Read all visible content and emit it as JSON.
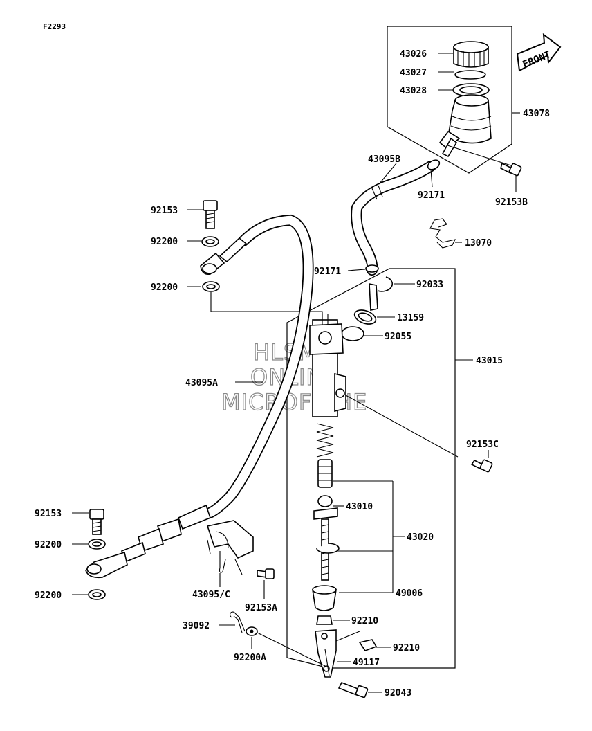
{
  "diagram_code": "F2293",
  "front_label": "FRONT",
  "watermark": [
    "HLSMS",
    "ONLINE",
    "MICROFICHE"
  ],
  "parts": {
    "p43026": "43026",
    "p43027": "43027",
    "p43028": "43028",
    "p43078": "43078",
    "p43095B": "43095B",
    "p92171_top": "92171",
    "p92153B": "92153B",
    "p13070": "13070",
    "p92153_top": "92153",
    "p92200_a": "92200",
    "p92200_b": "92200",
    "p92171_mid": "92171",
    "p92033": "92033",
    "p13159": "13159",
    "p92055": "92055",
    "p43015": "43015",
    "p43095A": "43095A",
    "p92153C": "92153C",
    "p43010": "43010",
    "p43020": "43020",
    "p92153_low": "92153",
    "p92200_c": "92200",
    "p92200_d": "92200",
    "p43095C": "43095/C",
    "p49006": "49006",
    "p92153A": "92153A",
    "p92210_a": "92210",
    "p39092": "39092",
    "p92210_b": "92210",
    "p92200A": "92200A",
    "p49117": "49117",
    "p92043": "92043"
  }
}
